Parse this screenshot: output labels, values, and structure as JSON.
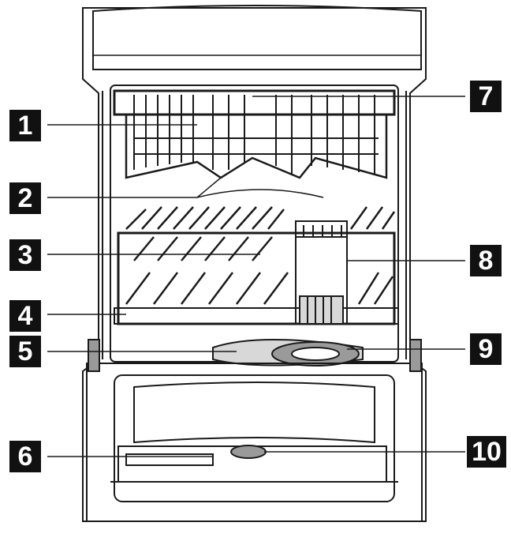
{
  "diagram": {
    "colors": {
      "line": "#1a1a1a",
      "shade": "#9a9a9a",
      "light": "#d8d8d8",
      "label_bg": "#111111",
      "label_fg": "#ffffff"
    },
    "callouts": [
      {
        "id": "1",
        "label": "1"
      },
      {
        "id": "2",
        "label": "2"
      },
      {
        "id": "3",
        "label": "3"
      },
      {
        "id": "4",
        "label": "4"
      },
      {
        "id": "5",
        "label": "5"
      },
      {
        "id": "6",
        "label": "6"
      },
      {
        "id": "7",
        "label": "7"
      },
      {
        "id": "8",
        "label": "8"
      },
      {
        "id": "9",
        "label": "9"
      },
      {
        "id": "10",
        "label": "10"
      }
    ]
  }
}
